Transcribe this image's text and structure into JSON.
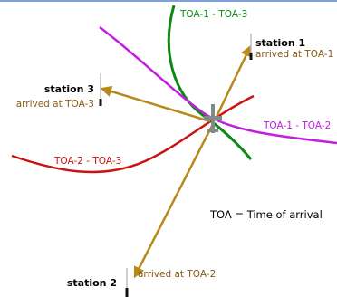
{
  "colors": {
    "frame": "#7f9fdc",
    "toa13": "#0a8a14",
    "toa12": "#c21ee0",
    "toa23": "#cc1111",
    "arrow": "#b8881a",
    "arrival_text": "#8a5a12",
    "station": "#111111",
    "aircraft": "#808a8a"
  },
  "curves": {
    "toa13": "TOA-1 - TOA-3",
    "toa12": "TOA-1 - TOA-2",
    "toa23": "TOA-2 - TOA-3"
  },
  "stations": [
    {
      "name": "station 1",
      "arrival": "arrived at TOA-1"
    },
    {
      "name": "station 2",
      "arrival": "arrived at TOA-2"
    },
    {
      "name": "station 3",
      "arrival": "arrived at TOA-3"
    }
  ],
  "legend_note": "TOA = Time of arrival",
  "icons": {
    "aircraft": "aircraft-icon",
    "station": "antenna-mast-icon"
  }
}
